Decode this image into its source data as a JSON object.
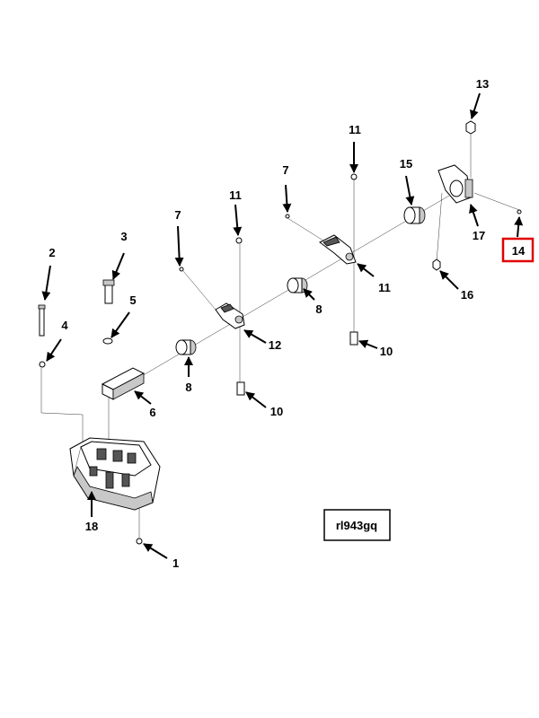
{
  "figure": {
    "reference_id": "rl943gq",
    "highlighted_callout": "14",
    "highlight_color": "#e00000"
  },
  "callouts": [
    {
      "id": "c1",
      "text": "1"
    },
    {
      "id": "c2",
      "text": "2"
    },
    {
      "id": "c3",
      "text": "3"
    },
    {
      "id": "c4",
      "text": "4"
    },
    {
      "id": "c5",
      "text": "5"
    },
    {
      "id": "c6",
      "text": "6"
    },
    {
      "id": "c7a",
      "text": "7"
    },
    {
      "id": "c7b",
      "text": "7"
    },
    {
      "id": "c8a",
      "text": "8"
    },
    {
      "id": "c8b",
      "text": "8"
    },
    {
      "id": "c10a",
      "text": "10"
    },
    {
      "id": "c10b",
      "text": "10"
    },
    {
      "id": "c11a",
      "text": "11"
    },
    {
      "id": "c11b",
      "text": "11"
    },
    {
      "id": "c11c",
      "text": "11"
    },
    {
      "id": "c12",
      "text": "12"
    },
    {
      "id": "c13",
      "text": "13"
    },
    {
      "id": "c14",
      "text": "14"
    },
    {
      "id": "c15",
      "text": "15"
    },
    {
      "id": "c16",
      "text": "16"
    },
    {
      "id": "c17",
      "text": "17"
    },
    {
      "id": "c18",
      "text": "18"
    }
  ]
}
